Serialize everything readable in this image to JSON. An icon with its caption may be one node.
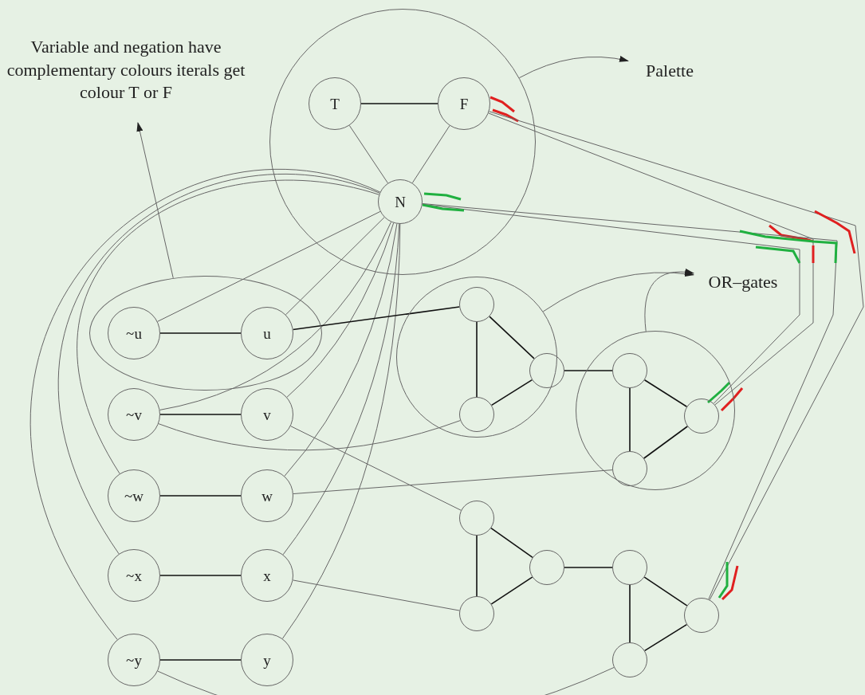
{
  "diagram": {
    "nodes": [
      {
        "text": [
          "Variable and negation have complementary colours iterals get colour T or F"
        ]
      },
      {
        "text": [],
        "shape": "circle"
      },
      {
        "text": [
          "T"
        ],
        "in": 1
      },
      {
        "text": [
          "F"
        ],
        "in": 1
      },
      {
        "text": [
          "N"
        ],
        "in": 1
      },
      {
        "text": [
          "Palette"
        ]
      },
      {
        "text": [
          "OR–gates"
        ]
      },
      {
        "text": [],
        "shape": "ellipse"
      },
      {
        "text": [
          "~u"
        ],
        "in": 7
      },
      {
        "text": [
          "u"
        ],
        "in": 7
      },
      {
        "text": [],
        "shape": "circle"
      },
      {
        "text": [],
        "shape": "circle",
        "in": 10
      },
      {
        "text": [],
        "shape": "circle",
        "in": 10
      },
      {
        "text": [],
        "shape": "circle",
        "in": 10
      },
      {
        "text": [],
        "shape": "circle"
      },
      {
        "text": [],
        "shape": "circle",
        "in": 14
      },
      {
        "text": [],
        "shape": "circle",
        "in": 14
      },
      {
        "text": [],
        "shape": "circle",
        "in": 14
      },
      {
        "text": [
          "~v"
        ]
      },
      {
        "text": [
          "v"
        ]
      },
      {
        "text": [
          "~w"
        ]
      },
      {
        "text": [
          "w"
        ]
      },
      {
        "text": [
          "~x"
        ]
      },
      {
        "text": [
          "x"
        ]
      },
      {
        "text": [
          "~y"
        ]
      },
      {
        "text": [
          "y"
        ]
      },
      {
        "text": [],
        "shape": "circle"
      },
      {
        "text": [],
        "shape": "circle"
      },
      {
        "text": [],
        "shape": "circle"
      },
      {
        "text": [],
        "shape": "circle"
      },
      {
        "text": [],
        "shape": "circle"
      },
      {
        "text": [],
        "shape": "circle"
      }
    ],
    "edges": [
      {
        "from": 2,
        "to": 3,
        "arrow": "none",
        "color": "#111111"
      },
      {
        "from": 2,
        "to": 4,
        "arrow": "none"
      },
      {
        "from": 3,
        "to": 4,
        "arrow": "none"
      },
      {
        "from": 4,
        "to": 8,
        "arrow": "none"
      },
      {
        "from": 4,
        "to": 9,
        "arrow": "none"
      },
      {
        "from": 4,
        "to": 18,
        "arrow": "none"
      },
      {
        "from": 4,
        "to": 19,
        "arrow": "none"
      },
      {
        "from": 4,
        "to": 20,
        "arrow": "none"
      },
      {
        "from": 4,
        "to": 21,
        "arrow": "none"
      },
      {
        "from": 4,
        "to": 22,
        "arrow": "none"
      },
      {
        "from": 4,
        "to": 23,
        "arrow": "none"
      },
      {
        "from": 4,
        "to": 24,
        "arrow": "none"
      },
      {
        "from": 4,
        "to": 25,
        "arrow": "none"
      },
      {
        "from": 8,
        "to": 9,
        "arrow": "none",
        "color": "#111111"
      },
      {
        "from": 18,
        "to": 19,
        "arrow": "none",
        "color": "#111111"
      },
      {
        "from": 20,
        "to": 21,
        "arrow": "none",
        "color": "#111111"
      },
      {
        "from": 22,
        "to": 23,
        "arrow": "none",
        "color": "#111111"
      },
      {
        "from": 24,
        "to": 25,
        "arrow": "none",
        "color": "#111111"
      },
      {
        "from": 9,
        "to": 11,
        "arrow": "none",
        "color": "#111111"
      },
      {
        "from": 11,
        "to": 12,
        "arrow": "none",
        "color": "#111111"
      },
      {
        "from": 11,
        "to": 13,
        "arrow": "none",
        "color": "#111111"
      },
      {
        "from": 12,
        "to": 13,
        "arrow": "none",
        "color": "#111111"
      },
      {
        "from": 13,
        "to": 15,
        "arrow": "none",
        "color": "#111111"
      },
      {
        "from": 15,
        "to": 16,
        "arrow": "none",
        "color": "#111111"
      },
      {
        "from": 15,
        "to": 17,
        "arrow": "none",
        "color": "#111111"
      },
      {
        "from": 16,
        "to": 17,
        "arrow": "none",
        "color": "#111111"
      },
      {
        "from": 26,
        "to": 27,
        "arrow": "none",
        "color": "#111111"
      },
      {
        "from": 26,
        "to": 28,
        "arrow": "none",
        "color": "#111111"
      },
      {
        "from": 27,
        "to": 28,
        "arrow": "none",
        "color": "#111111"
      },
      {
        "from": 28,
        "to": 29,
        "arrow": "none",
        "color": "#111111"
      },
      {
        "from": 29,
        "to": 30,
        "arrow": "none",
        "color": "#111111"
      },
      {
        "from": 29,
        "to": 31,
        "arrow": "none",
        "color": "#111111"
      },
      {
        "from": 30,
        "to": 31,
        "arrow": "none",
        "color": "#111111"
      },
      {
        "from": 18,
        "to": 12,
        "arrow": "none"
      },
      {
        "from": 19,
        "to": 26,
        "arrow": "none"
      },
      {
        "from": 21,
        "to": 16,
        "arrow": "none"
      },
      {
        "from": 23,
        "to": 27,
        "arrow": "none"
      },
      {
        "from": 24,
        "to": 30,
        "arrow": "none"
      },
      {
        "from": 3,
        "to": 17,
        "arrow": "none"
      },
      {
        "from": 4,
        "to": 17,
        "arrow": "none"
      },
      {
        "from": 3,
        "to": 31,
        "arrow": "none"
      },
      {
        "from": 4,
        "to": 31,
        "arrow": "none"
      },
      {
        "from": 1,
        "to": 5,
        "arrow": "to"
      },
      {
        "from": 10,
        "to": 6,
        "arrow": "to"
      },
      {
        "from": 14,
        "to": 6,
        "arrow": "to"
      },
      {
        "from": 7,
        "to": 0,
        "arrow": "to"
      }
    ]
  }
}
